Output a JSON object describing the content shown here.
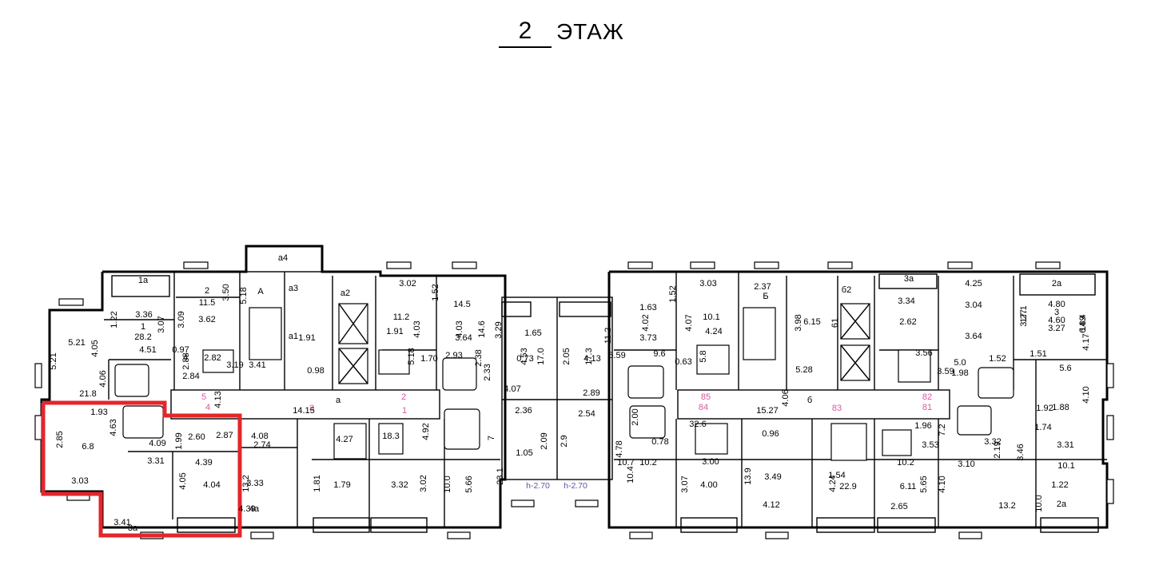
{
  "title": {
    "floor_number": "2",
    "floor_word": "ЭТАЖ"
  },
  "colors": {
    "highlight": "#e3262b",
    "pink_numbers": "#d7599e",
    "blue_labels": "#5a55a8"
  },
  "flat_numbers": [
    "5",
    "4",
    "3",
    "2",
    "1",
    "85",
    "84",
    "83",
    "82",
    "81"
  ],
  "heights": [
    "h-2.70",
    "h-2.70"
  ],
  "corridor_labels": {
    "left_name": "а",
    "left_length": "14.15",
    "right_name": "б",
    "right_length": "15.27"
  },
  "texts": [
    "а4",
    "1а",
    "2.37",
    "Б",
    "3а",
    "3.02",
    "3.03",
    "3.36",
    "3.09",
    "3.50",
    "5.18",
    "А",
    "а3",
    "а2",
    "б2",
    "3.34",
    "4.25",
    "2а",
    "1",
    "1.22",
    "28.2",
    "2",
    "11.5",
    "3.62",
    "1.52",
    "3.07",
    "4.02",
    "1.52",
    "4.07",
    "3.98",
    "6.15",
    "61",
    "3.04",
    "17.1",
    "4.80",
    "3",
    "14.4",
    "14.5",
    "1.63",
    "3.29",
    "1.65",
    "11.2",
    "11.2",
    "10.1",
    "2.62",
    "3.27",
    "6.89",
    "5.21",
    "5.21",
    "4.05",
    "4.03",
    "4.03",
    "14.6",
    "4.60",
    "а1",
    "1.91",
    "1.91",
    "4.24",
    "3.64",
    "3.64",
    "3.73",
    "3.27",
    "4.51",
    "4.53",
    "17.0",
    "17.3",
    "2.05",
    "0.73",
    "4.13",
    "5.8",
    "6.59",
    "9.6",
    "0.63",
    "3.56",
    "5.0",
    "1.98",
    "4.17",
    "5.6",
    "0.97",
    "4",
    "5.18",
    "2.93",
    "1.70",
    "2.38",
    "2.82",
    "2.88",
    "2.84",
    "3.19",
    "3.41",
    "0.98",
    "2.33",
    "5.28",
    "3.59",
    "1.52",
    "1.51",
    "4.06",
    "4.10",
    "21.8",
    "4.13",
    "4.06",
    "4.07",
    "2.89",
    "1.88",
    "1.93",
    "2.36",
    "2.54",
    "2.00",
    "1.92",
    "4.63",
    "32.6",
    "1.96",
    "7.2",
    "1.74",
    "2.85",
    "6.8",
    "1.99",
    "2.60",
    "2.87",
    "4.08",
    "18.3",
    "4.92",
    "0.78",
    "7",
    "0.96",
    "1.05",
    "2.09",
    "2.9",
    "4.78",
    "3.53",
    "2.19",
    "3.46",
    "4.09",
    "4.27",
    "3.32",
    "3.31",
    "3.31",
    "4.39",
    "2.74",
    "3.10",
    "10.7",
    "3.00",
    "10.2",
    "10.1",
    "3.03",
    "4.05",
    "4.04",
    "1.81",
    "1.79",
    "3.32",
    "3.02",
    "10.0",
    "5.66",
    "23.1",
    "10.4",
    "10.2",
    "3.07",
    "4.00",
    "13.9",
    "3.49",
    "22.9",
    "6.11",
    "5.65",
    "4.10",
    "1.22",
    "3.41",
    "3.33",
    "13.2",
    "1.54",
    "4.12",
    "4.24",
    "2.65",
    "13.2",
    "10.0",
    "2а",
    "3а",
    "4а",
    "4.39"
  ]
}
